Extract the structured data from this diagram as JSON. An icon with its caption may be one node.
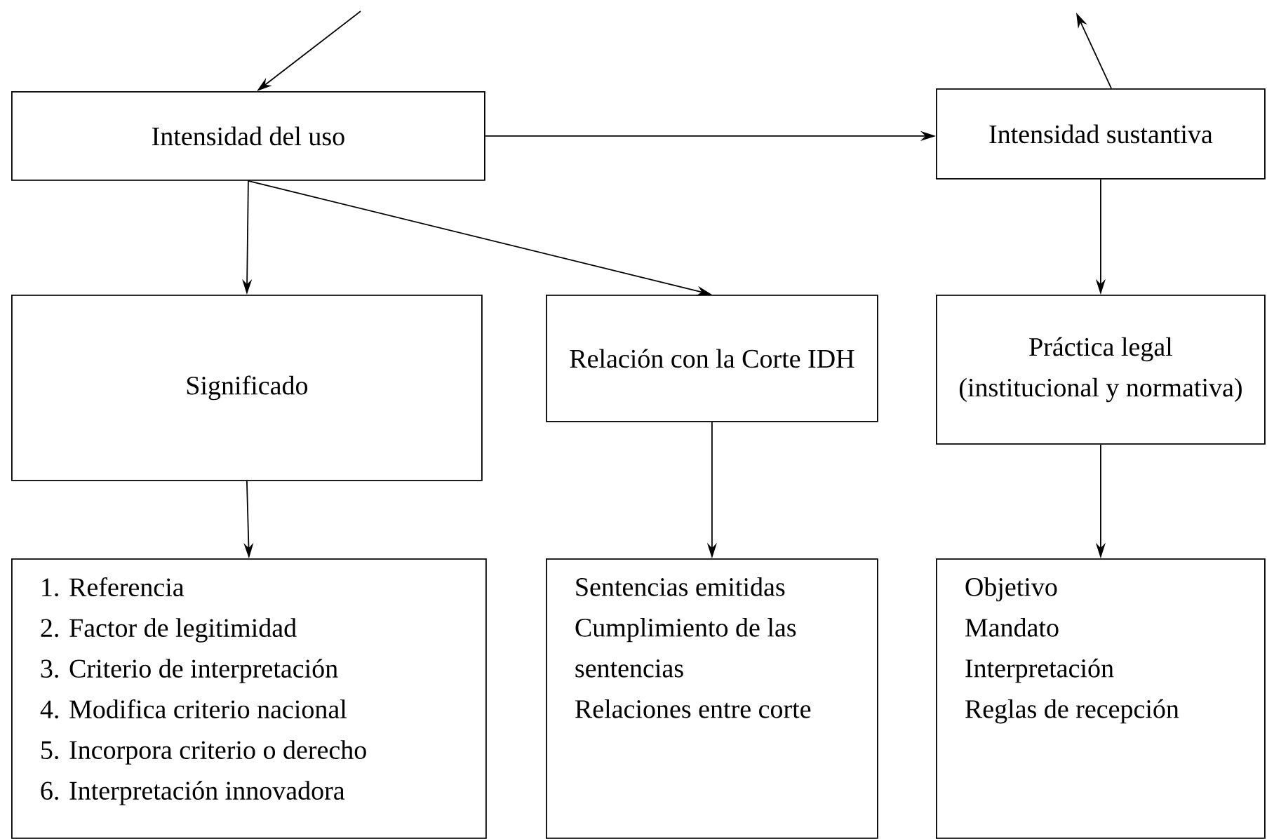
{
  "diagram": {
    "nodes": [
      {
        "text": [
          "Intensidad del uso"
        ]
      },
      {
        "text": [
          "Intensidad sustantiva"
        ]
      },
      {
        "text": [
          "Significado"
        ]
      },
      {
        "text": [
          "Relación con la Corte IDH"
        ]
      },
      {
        "text": [
          "Práctica legal (institucional y normativa)"
        ]
      },
      {
        "text": [
          "1. Referencia",
          "2. Factor de legitimidad",
          "3. Criterio de interpretación",
          "4. Modifica criterio nacional",
          "5. Incorpora criterio o derecho",
          "6. Interpretación innovadora"
        ]
      },
      {
        "text": [
          "Sentencias emitidas",
          "Cumplimiento de las sentencias",
          "Relaciones entre corte"
        ]
      },
      {
        "text": [
          "Objetivo",
          "Mandato",
          "Interpretación",
          "Reglas de recepción"
        ]
      }
    ],
    "edges": [
      {
        "from": null,
        "to": 0,
        "arrow": "to"
      },
      {
        "from": 1,
        "to": null,
        "arrow": "to"
      },
      {
        "from": 0,
        "to": 1,
        "arrow": "to"
      },
      {
        "from": 0,
        "to": 3,
        "arrow": "to"
      },
      {
        "from": 0,
        "to": 2,
        "arrow": "to"
      },
      {
        "from": 1,
        "to": 4,
        "arrow": "to"
      },
      {
        "from": 2,
        "to": 5,
        "arrow": "to"
      },
      {
        "from": 3,
        "to": 6,
        "arrow": "to"
      },
      {
        "from": 4,
        "to": 7,
        "arrow": "to"
      }
    ]
  }
}
